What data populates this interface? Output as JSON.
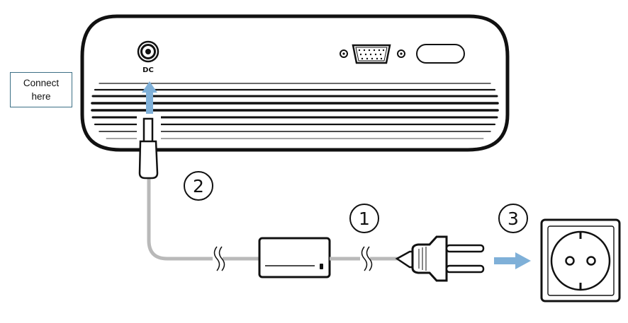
{
  "callout": {
    "text": "Connect here"
  },
  "projector": {
    "dc_label": "DC"
  },
  "steps": [
    {
      "number": "1"
    },
    {
      "number": "2"
    },
    {
      "number": "3"
    }
  ],
  "colors": {
    "arrow": "#7fb0d8",
    "cable": "#b9b9b9",
    "outline": "#1a1a1a",
    "callout_border": "#3c6f86"
  }
}
